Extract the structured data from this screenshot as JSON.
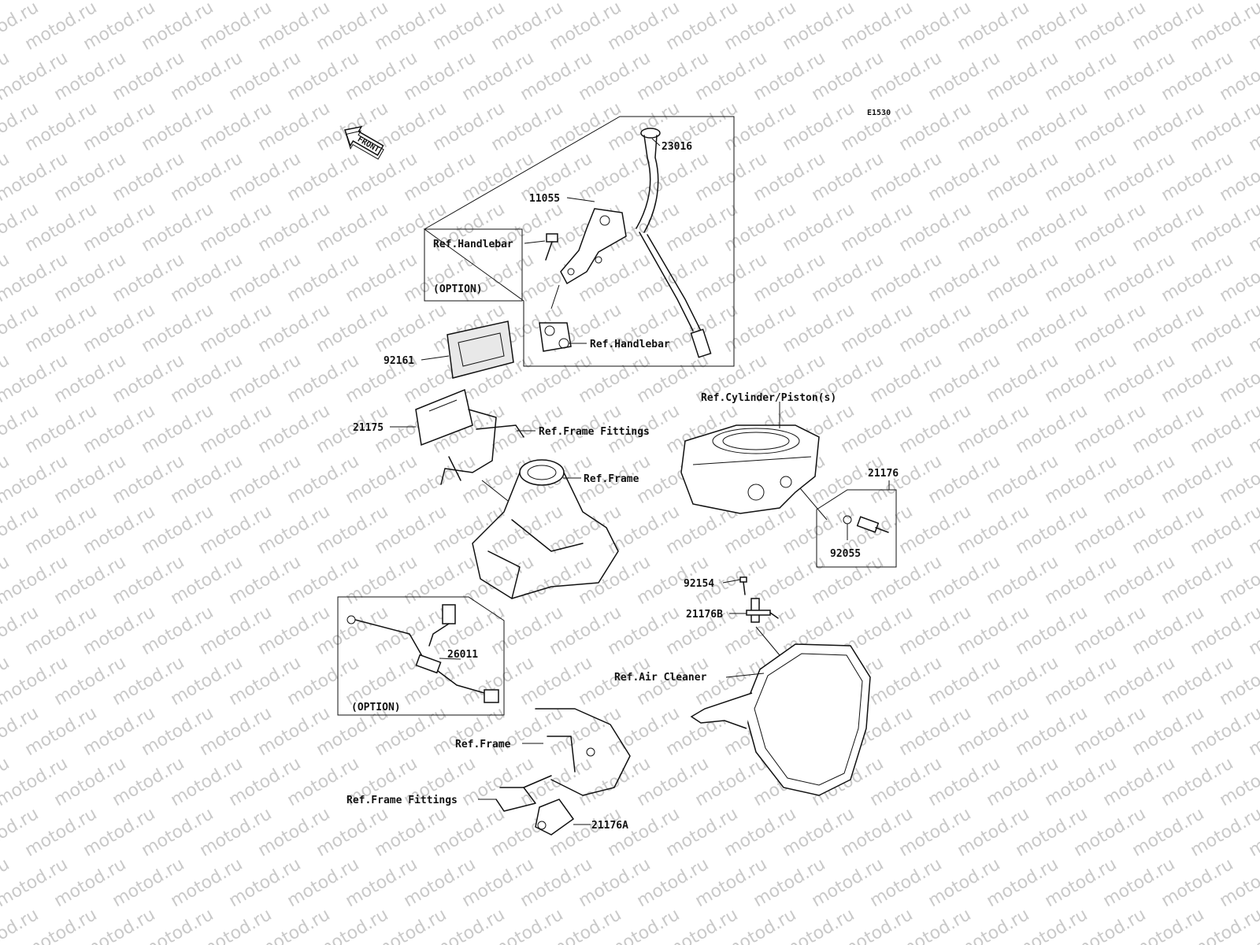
{
  "diagram_code": "E1530",
  "front_badge": "FRONT",
  "watermark": "motod.ru",
  "boxes": {
    "handlebar_option": "(OPTION)",
    "harness_option": "(OPTION)"
  },
  "parts": {
    "p23016": "23016",
    "p11055": "11055",
    "ref_handlebar_1": "Ref.Handlebar",
    "ref_handlebar_2": "Ref.Handlebar",
    "p92161": "92161",
    "p21175": "21175",
    "ref_frame_fittings_1": "Ref.Frame Fittings",
    "ref_frame_1": "Ref.Frame",
    "ref_cylinder": "Ref.Cylinder/Piston(s)",
    "p21176": "21176",
    "p92055": "92055",
    "p92154": "92154",
    "p21176b": "21176B",
    "ref_air_cleaner": "Ref.Air Cleaner",
    "p26011": "26011",
    "ref_frame_2": "Ref.Frame",
    "ref_frame_fittings_2": "Ref.Frame Fittings",
    "p21176a": "21176A"
  }
}
